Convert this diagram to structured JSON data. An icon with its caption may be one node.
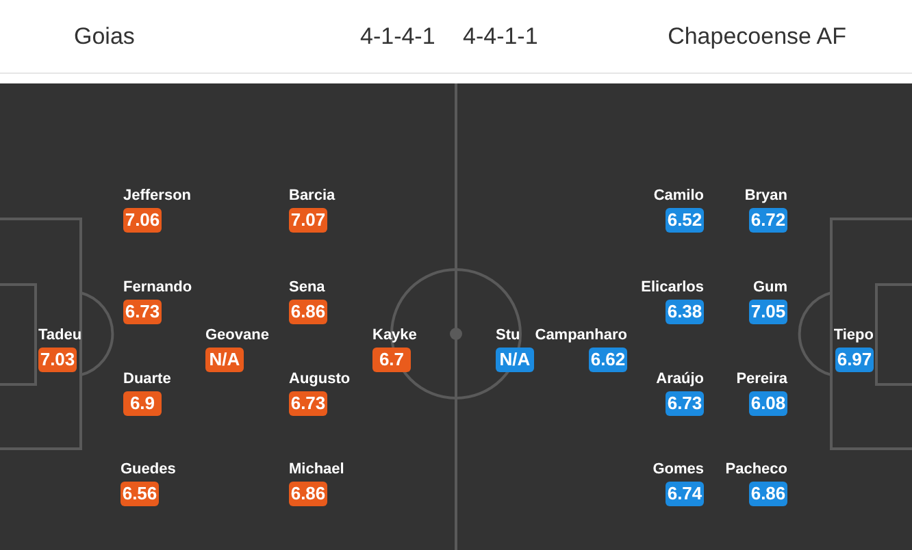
{
  "diagram": {
    "nodes": [
      {
        "text": [
          "Jefferson",
          "7.06"
        ]
      },
      {
        "text": [
          "Barcia",
          "7.07"
        ]
      },
      {
        "text": [
          "Camilo",
          "6.52"
        ]
      },
      {
        "text": [
          "Bryan",
          "6.72"
        ]
      },
      {
        "text": [
          "Fernando",
          "6.73"
        ]
      },
      {
        "text": [
          "Sena",
          "6.86"
        ]
      },
      {
        "text": [
          "Elicarlos",
          "6.38"
        ]
      },
      {
        "text": [
          "Gum",
          "7.05"
        ]
      },
      {
        "text": [
          "Tadeu",
          "7.03"
        ]
      },
      {
        "text": [
          "Geovane",
          "N/A"
        ]
      },
      {
        "text": [
          "Kayke",
          "6.7"
        ]
      },
      {
        "text": [
          "Stu",
          "N/A"
        ]
      },
      {
        "text": [
          "Campanharo",
          "6.62"
        ]
      },
      {
        "text": [
          "Tiepo",
          "6.97"
        ]
      },
      {
        "text": [
          "Duarte",
          "6.9"
        ]
      },
      {
        "text": [
          "Augusto",
          "6.73"
        ]
      },
      {
        "text": [
          "Araújo",
          "6.73"
        ]
      },
      {
        "text": [
          "Pereira",
          "6.08"
        ]
      },
      {
        "text": [
          "Guedes",
          "6.56"
        ]
      },
      {
        "text": [
          "Michael",
          "6.86"
        ]
      },
      {
        "text": [
          "Gomes",
          "6.74"
        ]
      },
      {
        "text": [
          "Pacheco",
          "6.86"
        ]
      }
    ],
    "labels": [
      "Goias",
      "4-1-4-1",
      "4-4-1-1",
      "Chapecoense AF"
    ]
  }
}
